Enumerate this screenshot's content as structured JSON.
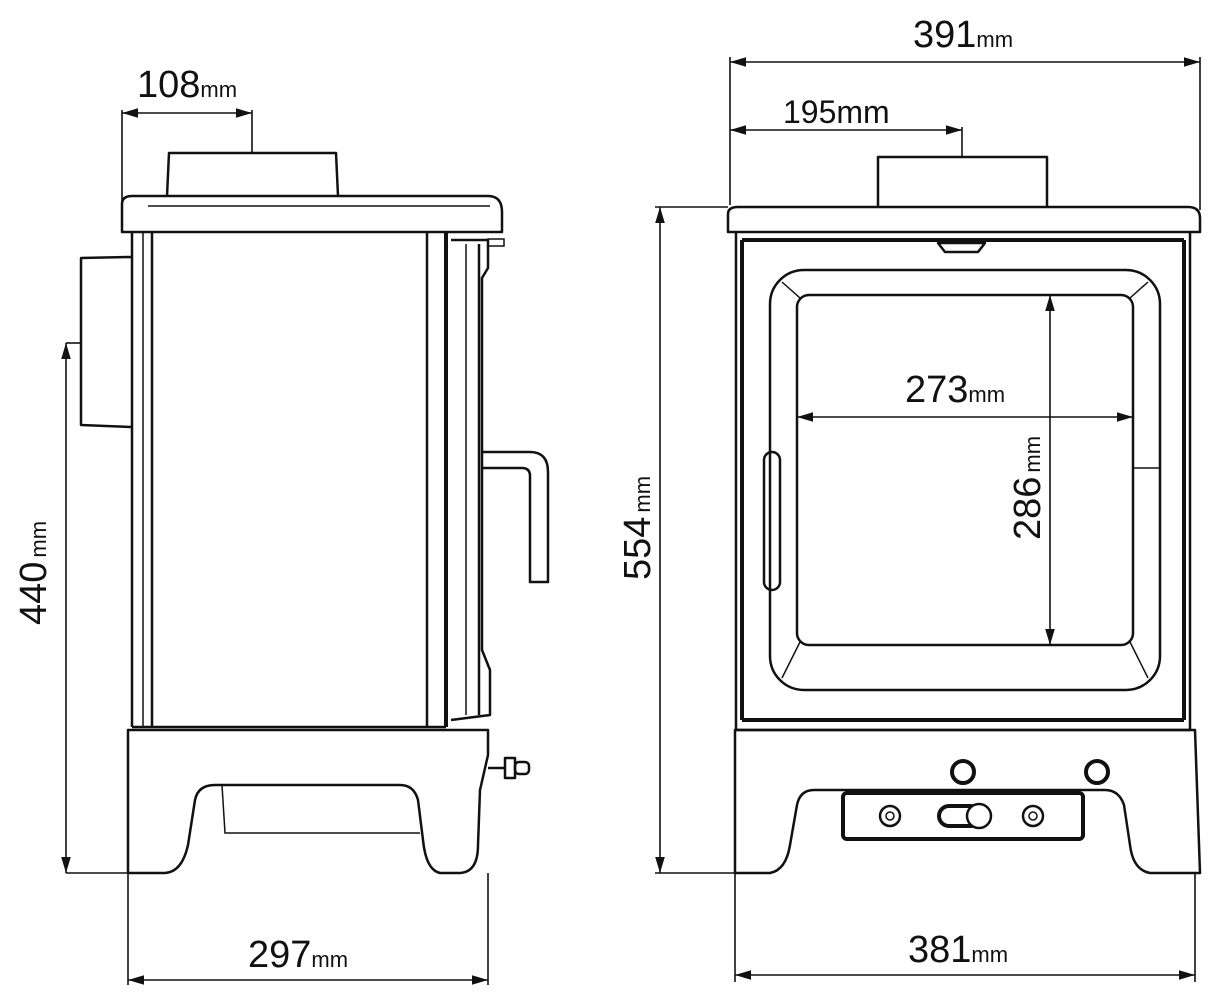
{
  "title": "Stove dimensions drawing",
  "side_view": {
    "flue_width": {
      "value": "108",
      "unit": "mm"
    },
    "flue_height_to_outlet": {
      "value": "440",
      "unit": "mm"
    },
    "depth": {
      "value": "297",
      "unit": "mm"
    }
  },
  "front_view": {
    "overall_width": {
      "value": "391",
      "unit": "mm"
    },
    "flue_center": {
      "value": "195",
      "unit": "mm"
    },
    "glass_width": {
      "value": "273",
      "unit": "mm"
    },
    "glass_height": {
      "value": "286",
      "unit": "mm"
    },
    "overall_height": {
      "value": "554",
      "unit": "mm"
    },
    "base_width": {
      "value": "381",
      "unit": "mm"
    }
  },
  "colors": {
    "line": "#111111",
    "background": "#ffffff"
  }
}
